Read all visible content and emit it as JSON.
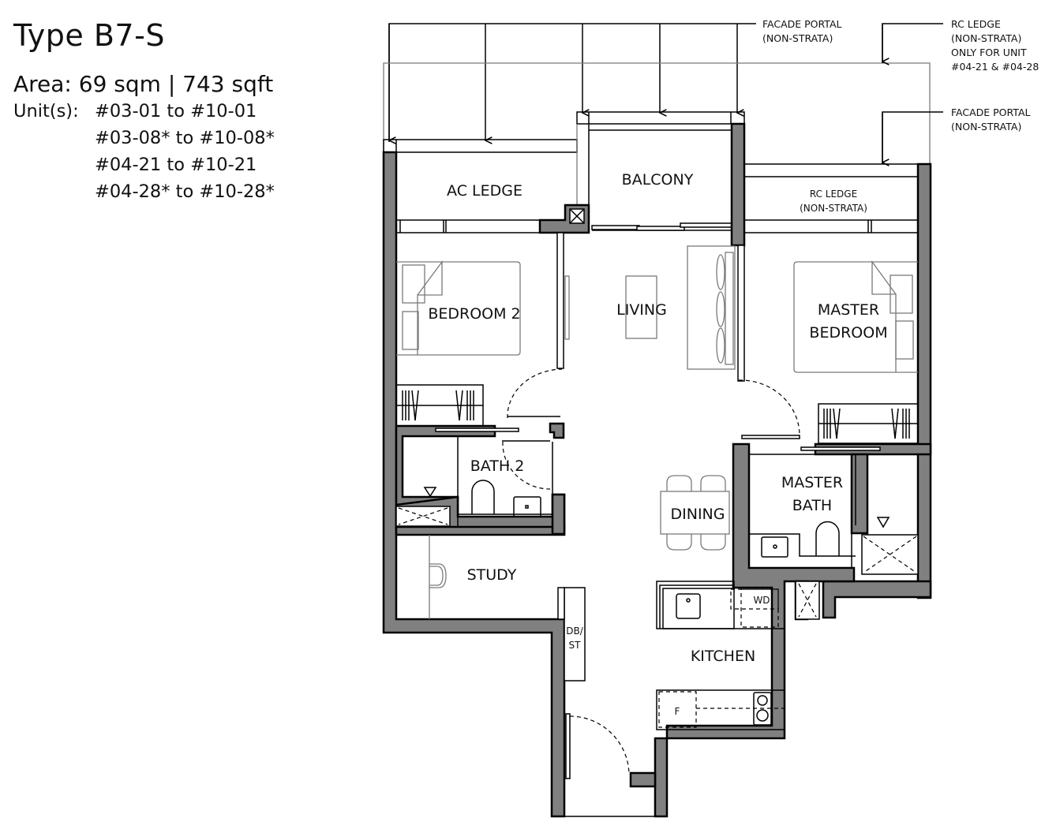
{
  "header": {
    "title": "Type B7-S",
    "area": "Area: 69 sqm | 743 sqft",
    "units_label": "Unit(s):",
    "units": [
      "#03-01 to #10-01",
      "#03-08* to #10-08*",
      "#04-21 to #10-21",
      "#04-28* to #10-28*"
    ]
  },
  "annotations": {
    "facade_portal_top": [
      "FACADE PORTAL",
      "(NON-STRATA)"
    ],
    "rc_ledge_note": [
      "RC LEDGE",
      "(NON-STRATA)",
      "ONLY FOR UNIT",
      "#04-21 & #04-28"
    ],
    "facade_portal_right": [
      "FACADE PORTAL",
      "(NON-STRATA)"
    ]
  },
  "rooms": {
    "ac_ledge": "AC LEDGE",
    "balcony": "BALCONY",
    "rc_ledge": [
      "RC LEDGE",
      "(NON-STRATA)"
    ],
    "bedroom2": "BEDROOM 2",
    "living": "LIVING",
    "master_bedroom": [
      "MASTER",
      "BEDROOM"
    ],
    "bath2": "BATH 2",
    "master_bath": [
      "MASTER",
      "BATH"
    ],
    "dining": "DINING",
    "study": "STUDY",
    "kitchen": "KITCHEN",
    "db_st": [
      "DB/",
      "ST"
    ],
    "wd": "WD",
    "fridge": "F"
  },
  "colors": {
    "wall_fill": "#808080",
    "line": "#000000",
    "furniture": "#7a7a7a",
    "background": "#ffffff"
  }
}
